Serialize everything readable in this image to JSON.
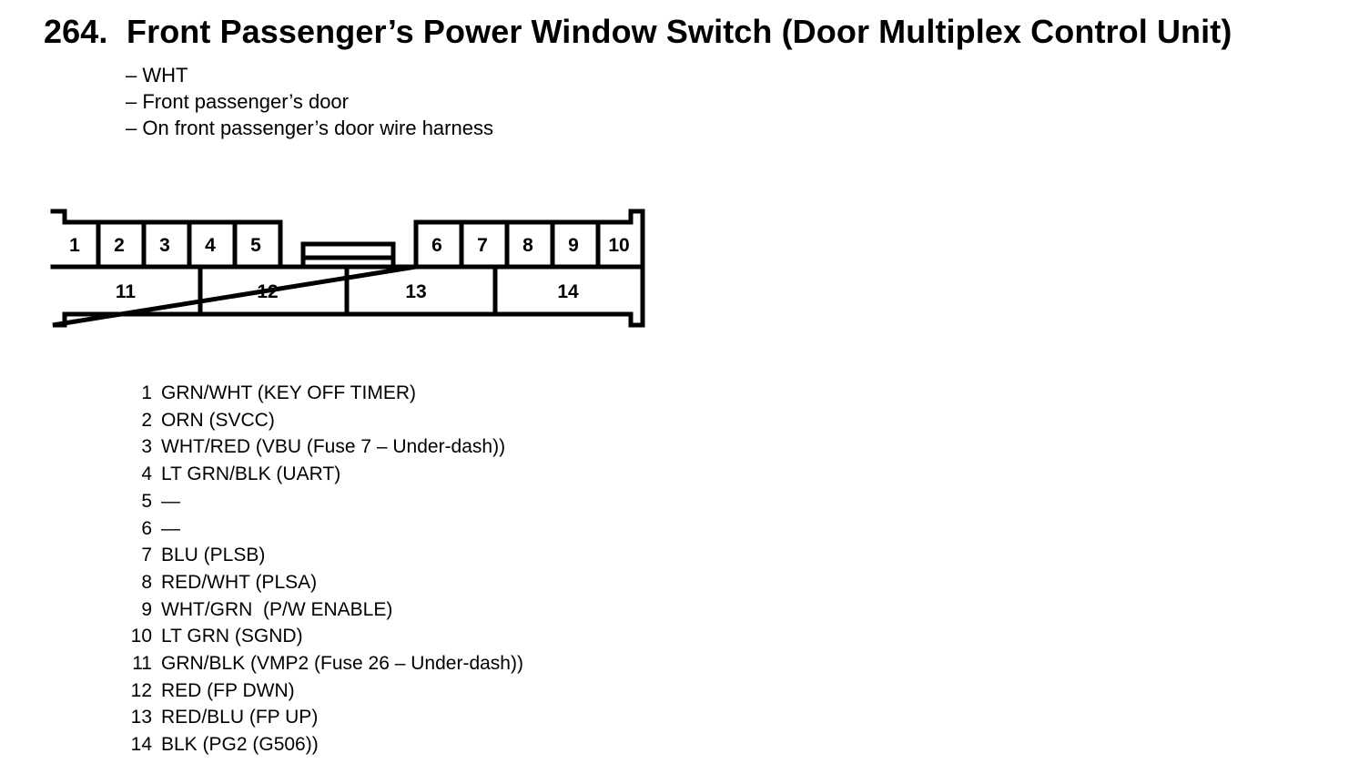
{
  "header": {
    "number": "264.",
    "title": "Front Passenger’s Power Window Switch (Door Multiplex Control Unit)"
  },
  "info": [
    "– WHT",
    "– Front passenger’s door",
    "– On front passenger’s door wire harness"
  ],
  "connector": {
    "top_row": [
      "1",
      "2",
      "3",
      "4",
      "5",
      "6",
      "7",
      "8",
      "9",
      "10"
    ],
    "bottom_row": [
      "11",
      "12",
      "13",
      "14"
    ]
  },
  "pins": [
    {
      "num": "1",
      "desc": "GRN/WHT (KEY OFF TIMER)"
    },
    {
      "num": "2",
      "desc": "ORN (SVCC)"
    },
    {
      "num": "3",
      "desc": "WHT/RED (VBU (Fuse 7 – Under-dash))"
    },
    {
      "num": "4",
      "desc": "LT GRN/BLK (UART)"
    },
    {
      "num": "5",
      "desc": "—"
    },
    {
      "num": "6",
      "desc": "—"
    },
    {
      "num": "7",
      "desc": "BLU (PLSB)"
    },
    {
      "num": "8",
      "desc": "RED/WHT (PLSA)"
    },
    {
      "num": "9",
      "desc": "WHT/GRN  (P/W ENABLE)"
    },
    {
      "num": "10",
      "desc": "LT GRN (SGND)"
    },
    {
      "num": "11",
      "desc": "GRN/BLK (VMP2 (Fuse 26 – Under-dash))"
    },
    {
      "num": "12",
      "desc": "RED (FP DWN)"
    },
    {
      "num": "13",
      "desc": "RED/BLU (FP UP)"
    },
    {
      "num": "14",
      "desc": "BLK (PG2 (G506))"
    }
  ]
}
